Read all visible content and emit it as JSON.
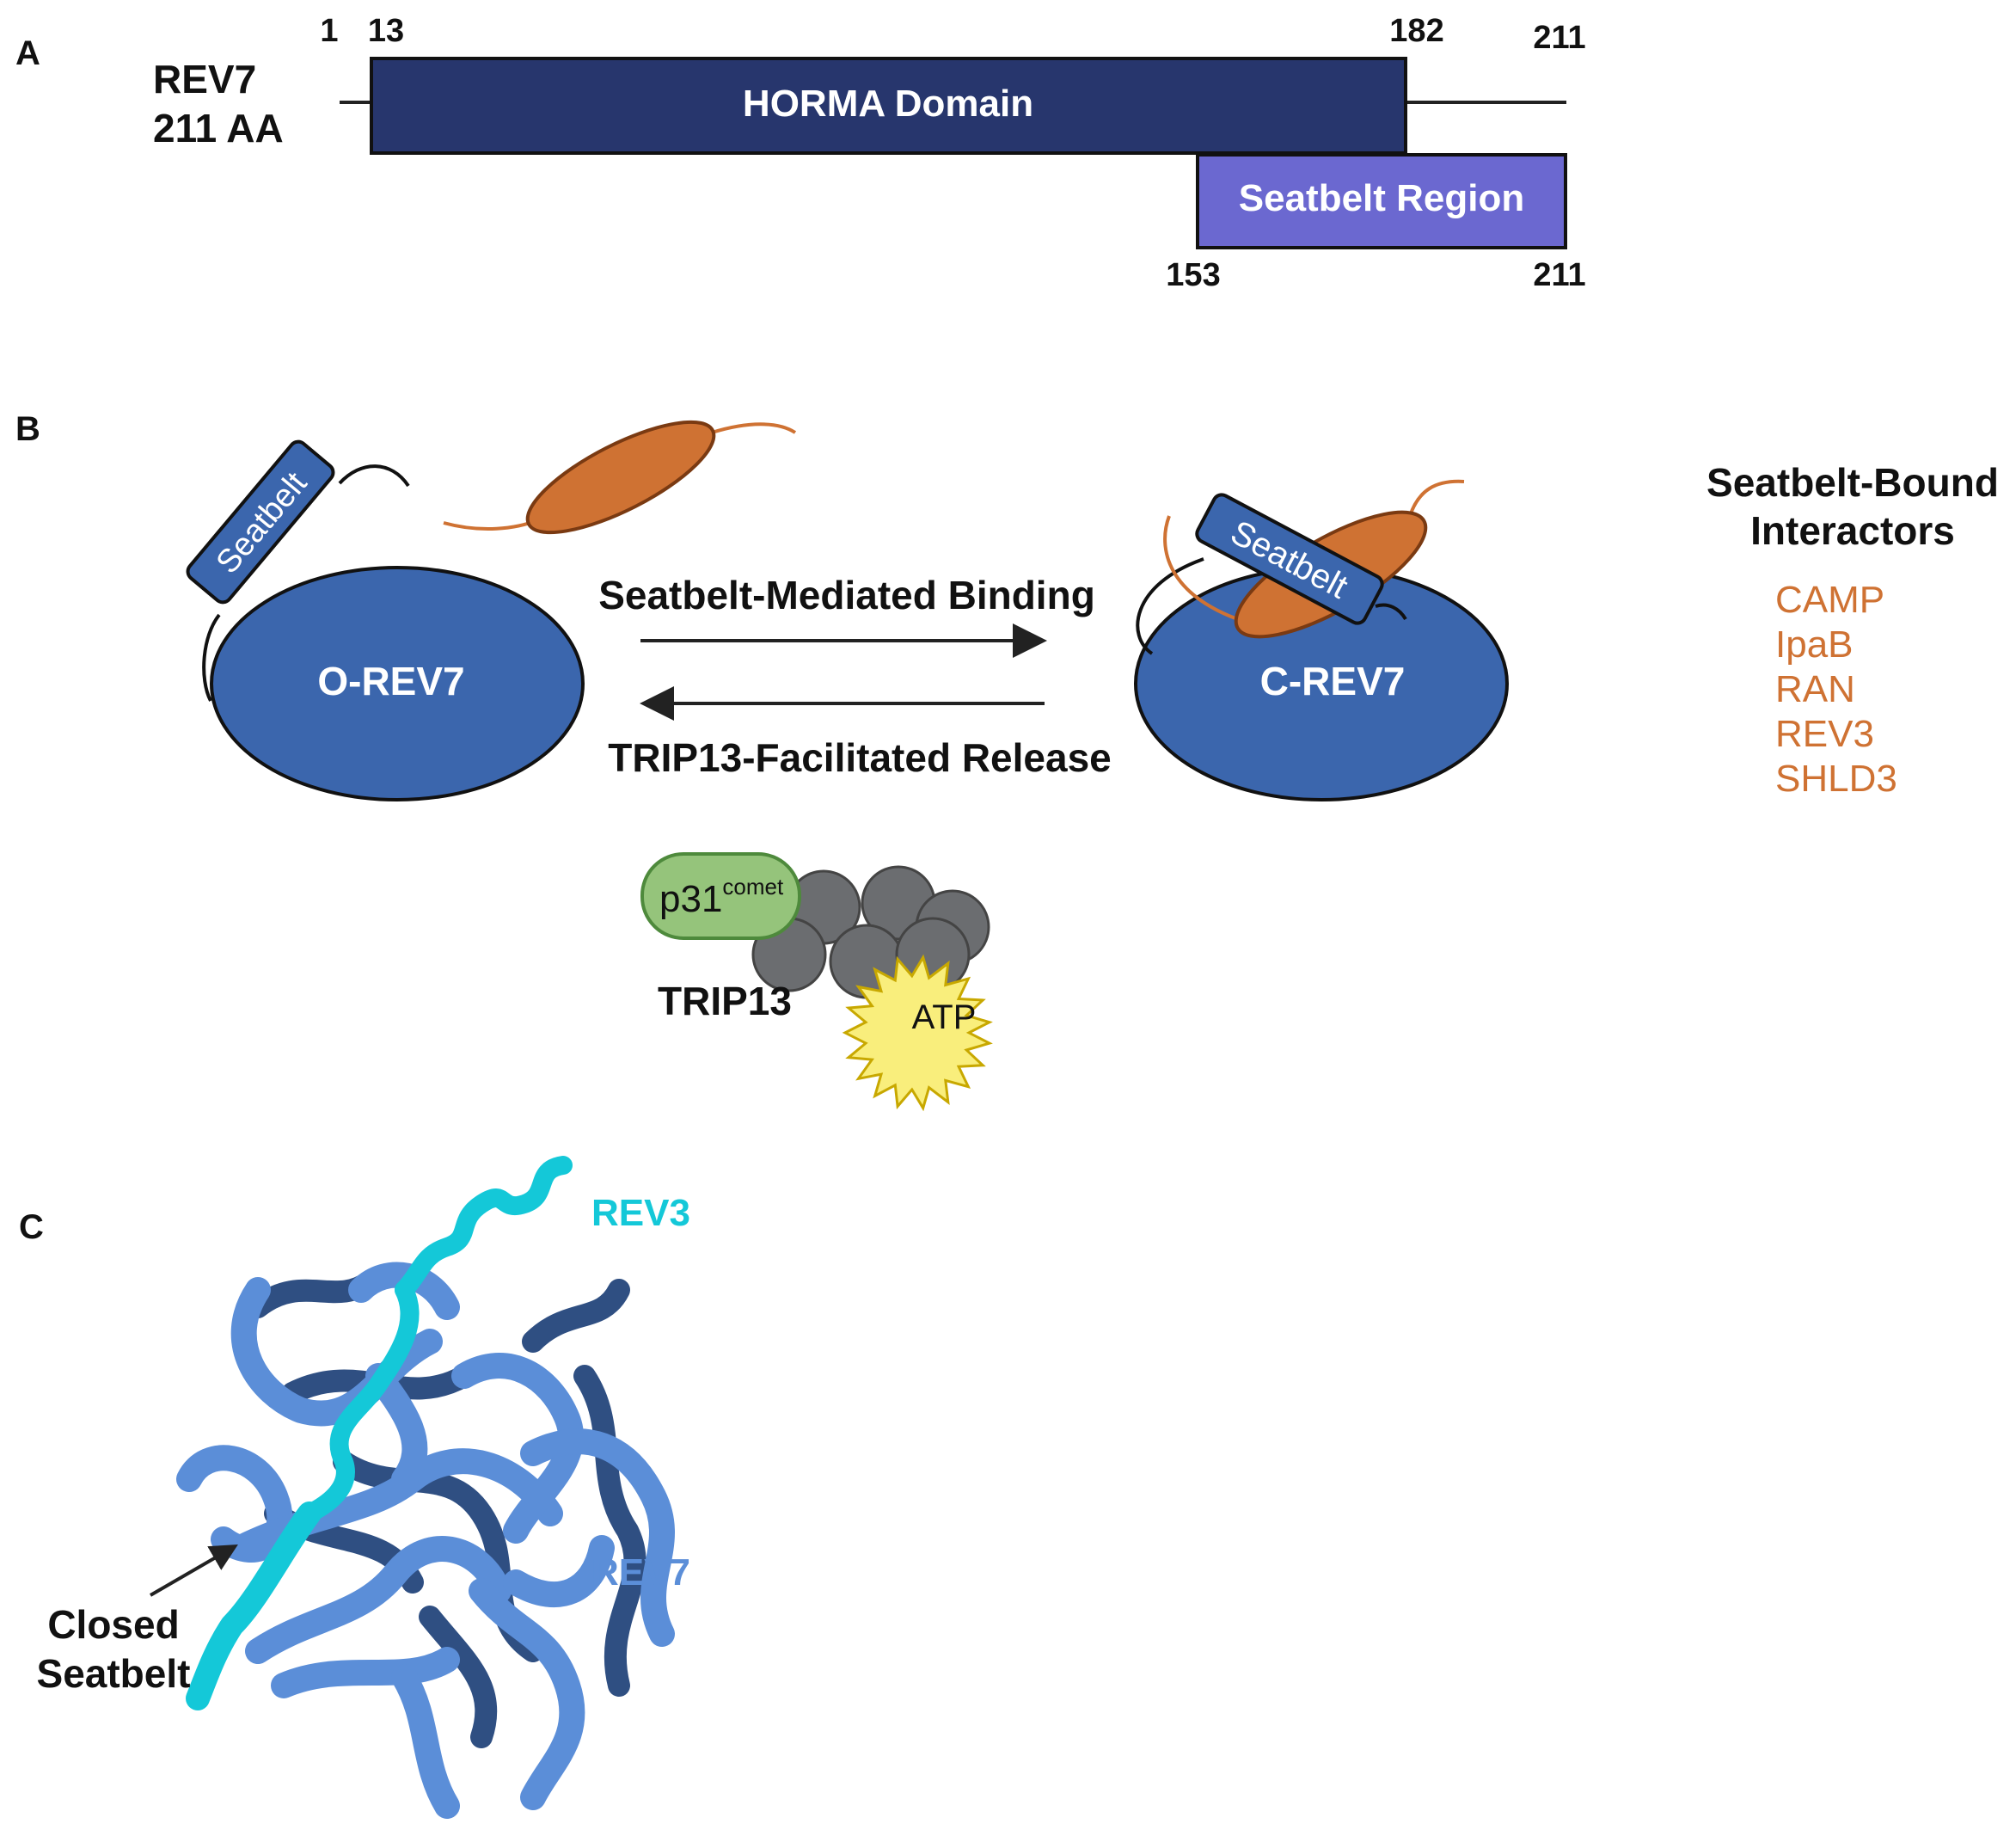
{
  "panel_a": {
    "letter": "A",
    "protein_name": "REV7",
    "protein_length": "211 AA",
    "pos_start": "1",
    "pos_horma_start": "13",
    "pos_horma_end": "182",
    "pos_end_top": "211",
    "pos_seatbelt_start": "153",
    "pos_end_bottom": "211",
    "horma_label": "HORMA Domain",
    "seatbelt_region_label": "Seatbelt Region"
  },
  "panel_b": {
    "letter": "B",
    "open_label": "O-REV7",
    "closed_label": "C-REV7",
    "seatbelt_tag_left": "Seatbelt",
    "seatbelt_tag_right": "Seatbelt",
    "forward_label": "Seatbelt-Mediated Binding",
    "reverse_label": "TRIP13-Facilitated Release",
    "cofactor_base": "p31",
    "cofactor_superscript": "comet",
    "complex_label": "TRIP13",
    "atp_label": "ATP",
    "interactors_title_line1": "Seatbelt-Bound",
    "interactors_title_line2": "Interactors",
    "interactors": [
      "CAMP",
      "IpaB",
      "RAN",
      "REV3",
      "SHLD3"
    ]
  },
  "panel_c": {
    "letter": "C",
    "rev3_label": "REV3",
    "rev7_label": "REV7",
    "closed_line1": "Closed",
    "closed_line2": "Seatbelt"
  },
  "colors": {
    "horma": "#27366d",
    "seatbelt_region": "#6b68d0",
    "rev7_body": "#3b66ad",
    "interactor_orange": "#cf7233",
    "p31": "#95c47b",
    "trip13_grey": "#6b6d70",
    "atp_yellow": "#f9ee7c",
    "rev3_cyan": "#14c8d8",
    "rev7_ribbon": "#5b8ed8",
    "rev7_ribbon_dark": "#2f4f82"
  }
}
